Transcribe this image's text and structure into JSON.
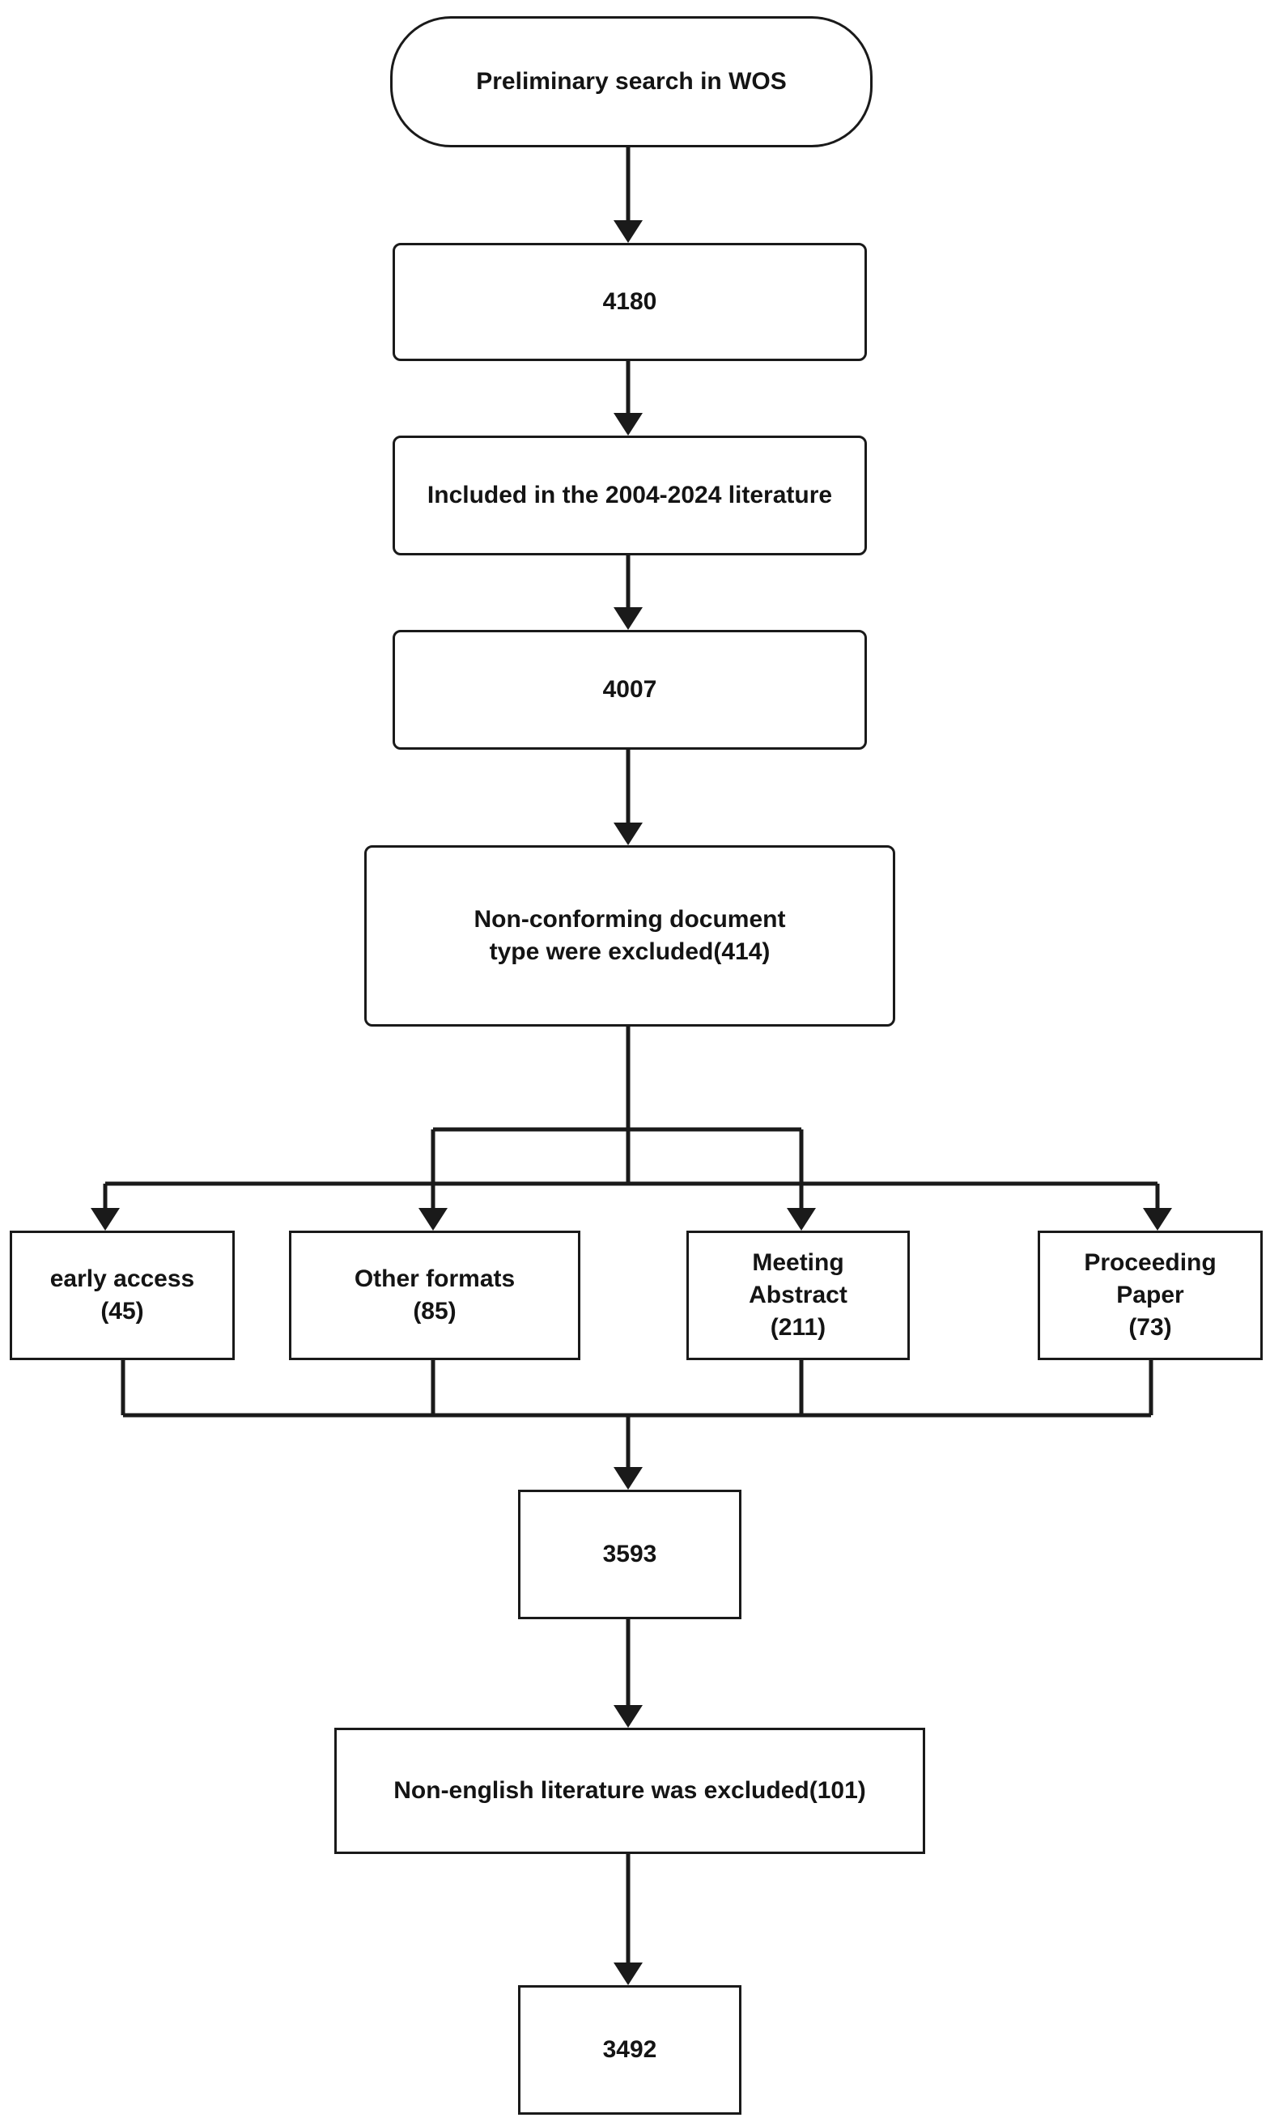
{
  "flowchart": {
    "start": "Preliminary search in WOS",
    "count_initial": "4180",
    "step_date_filter": "Included in the 2004-2024 literature",
    "count_after_date": "4007",
    "step_type_exclusion": [
      "Non-conforming document",
      "type were excluded(414)"
    ],
    "excluded_types": [
      {
        "lines": [
          "early access",
          "(45)"
        ]
      },
      {
        "lines": [
          "Other formats",
          "(85)"
        ]
      },
      {
        "lines": [
          "Meeting",
          "Abstract",
          "(211)"
        ]
      },
      {
        "lines": [
          "Proceeding",
          "Paper",
          "(73)"
        ]
      }
    ],
    "count_after_type": "3593",
    "step_language_exclusion": "Non-english literature was excluded(101)",
    "count_final": "3492"
  },
  "colors": {
    "stroke": "#1a1a1a",
    "background": "#ffffff",
    "text": "#141414"
  }
}
